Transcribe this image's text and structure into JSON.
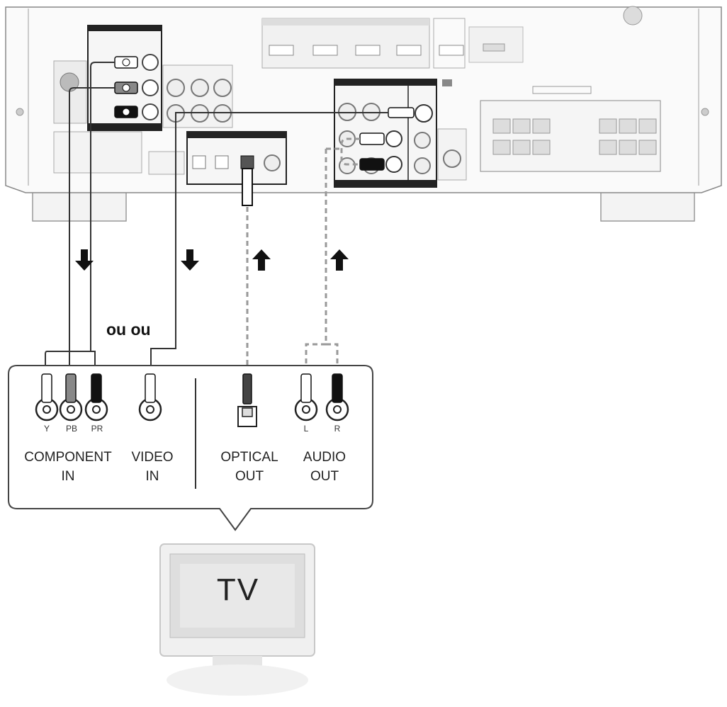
{
  "connector_separator": "ou ou",
  "tv_inputs": [
    {
      "label": "COMPONENT\nIN"
    },
    {
      "label": "VIDEO\nIN"
    },
    {
      "label": "OPTICAL\nOUT"
    },
    {
      "label": "AUDIO\nOUT"
    }
  ],
  "component_jacks": [
    "Y",
    "PB",
    "PR"
  ],
  "audio_jacks": [
    "L",
    "R"
  ],
  "tv_label": "TV"
}
